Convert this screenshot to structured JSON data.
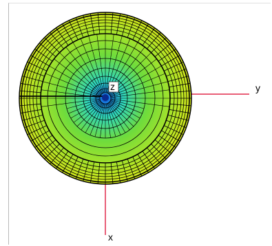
{
  "axes": {
    "x_label": "x",
    "y_label": "y",
    "z_label": "z",
    "axis_color": "#e0294a"
  },
  "mesh": {
    "line_color": "#000000",
    "color_outer": "#d4e81c",
    "color_mid": "#6fdc3c",
    "color_inner": "#2ed6c0",
    "color_core": "#1a8cf0",
    "color_center": "#0a2a90"
  }
}
